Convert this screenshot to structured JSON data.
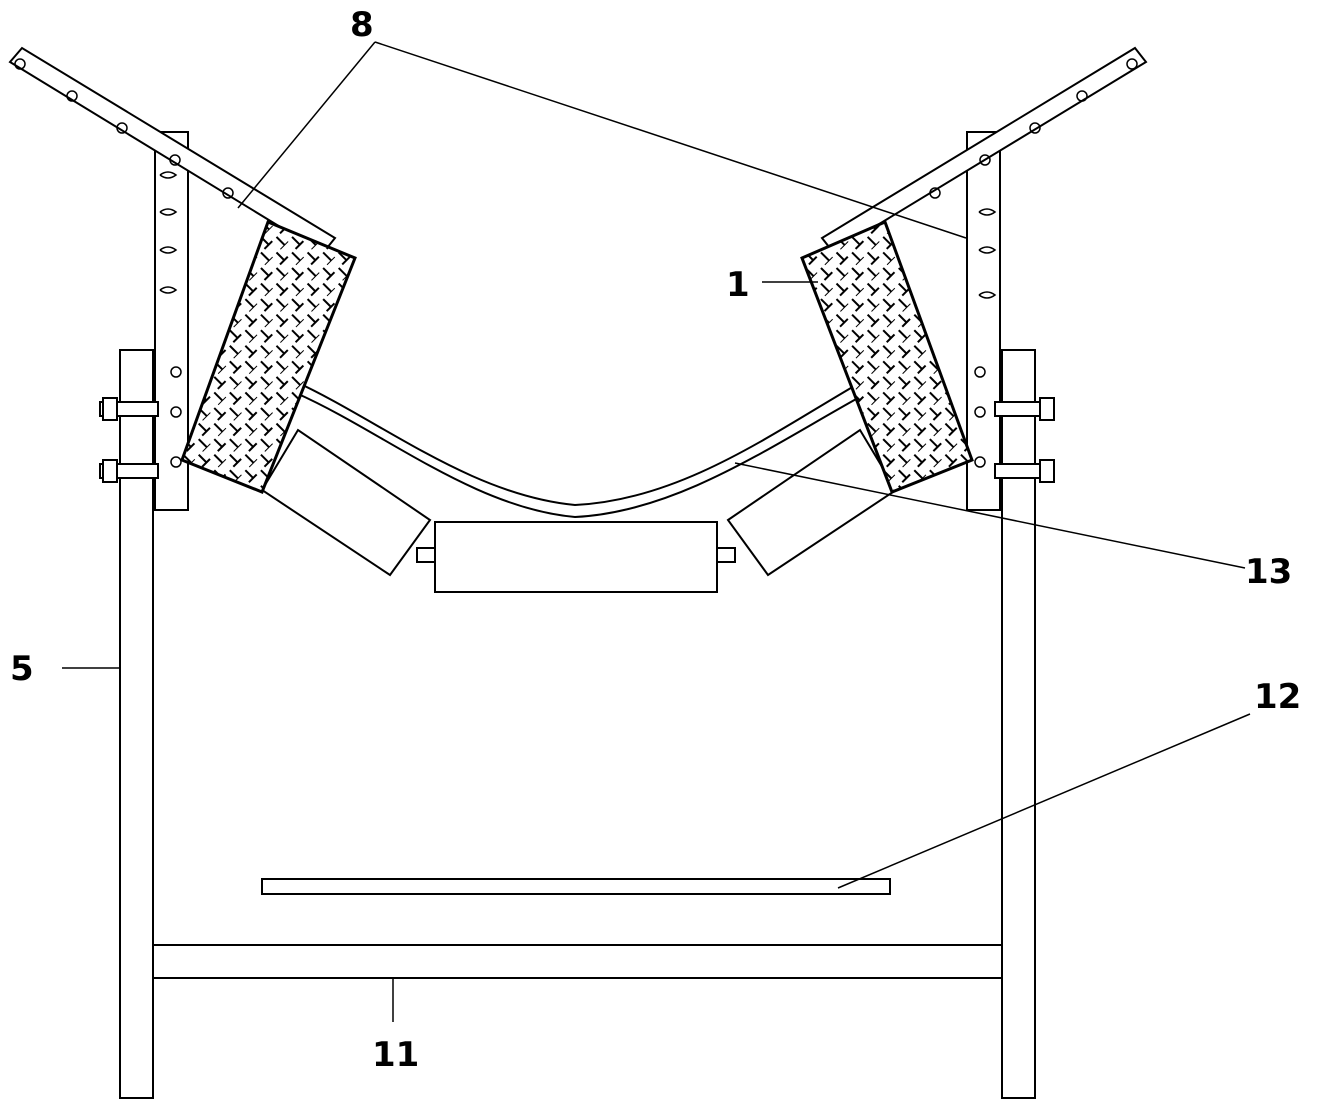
{
  "labels": {
    "label_8": "8",
    "label_1": "1",
    "label_13": "13",
    "label_5": "5",
    "label_12": "12",
    "label_11": "11"
  }
}
